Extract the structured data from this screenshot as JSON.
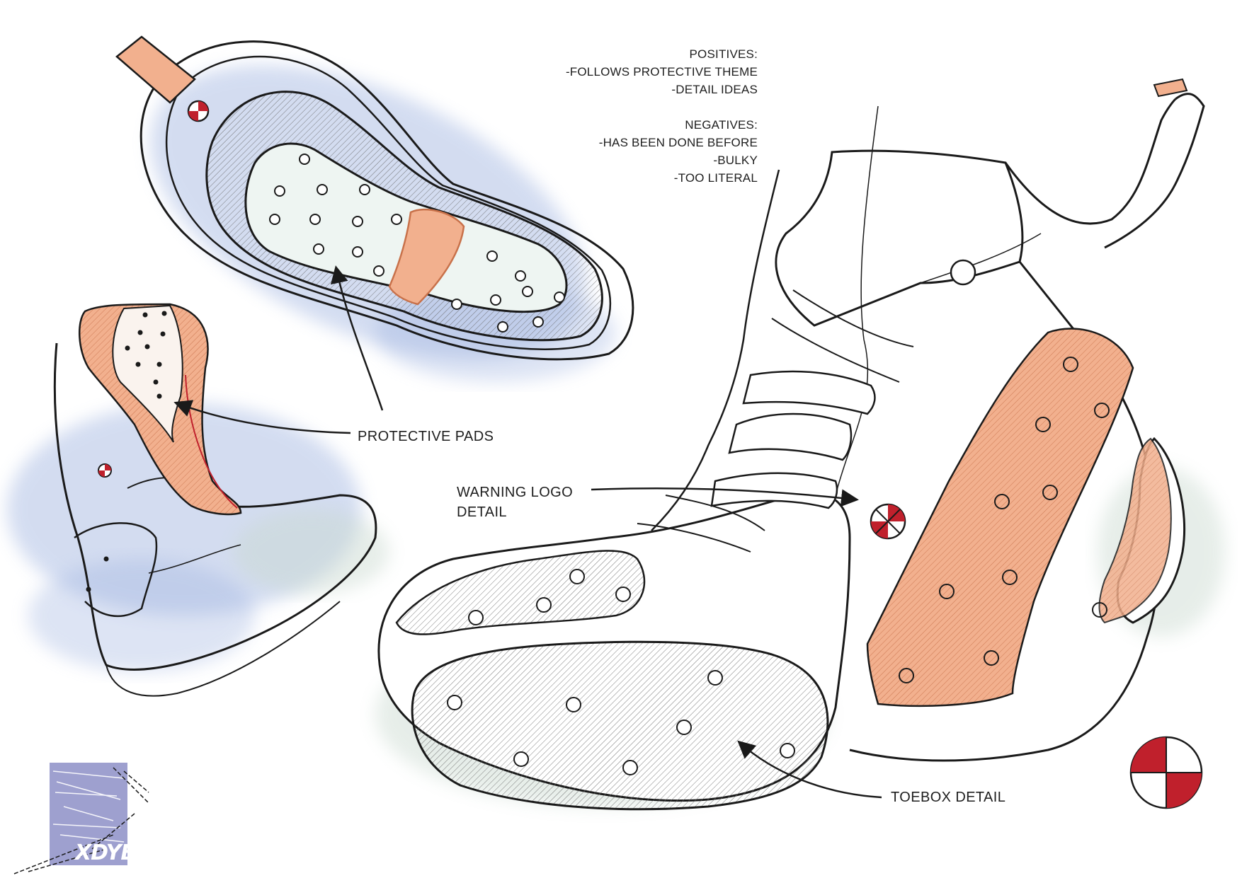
{
  "notes": {
    "positives_title": "POSITIVES:",
    "positives": [
      "-FOLLOWS PROTECTIVE THEME",
      "-DETAIL IDEAS"
    ],
    "negatives_title": "NEGATIVES:",
    "negatives": [
      "-HAS BEEN DONE BEFORE",
      "-BULKY",
      "-TOO LITERAL"
    ]
  },
  "callouts": {
    "protective_pads": "PROTECTIVE PADS",
    "warning_logo_line1": "WARNING LOGO",
    "warning_logo_line2": "DETAIL",
    "toebox": "TOEBOX DETAIL"
  },
  "logo": {
    "text": "XDYE"
  },
  "colors": {
    "pad_orange": "#f2b08e",
    "pad_stroke": "#c8714a",
    "warning_red": "#c0202c",
    "blue_wash": "#9fb3e0",
    "green_wash": "#c9d9cf",
    "ink": "#1a1a1a",
    "logo_bg": "#9ea0cf"
  },
  "icons": [
    "warning-logo-icon",
    "xdye-logo-icon"
  ]
}
